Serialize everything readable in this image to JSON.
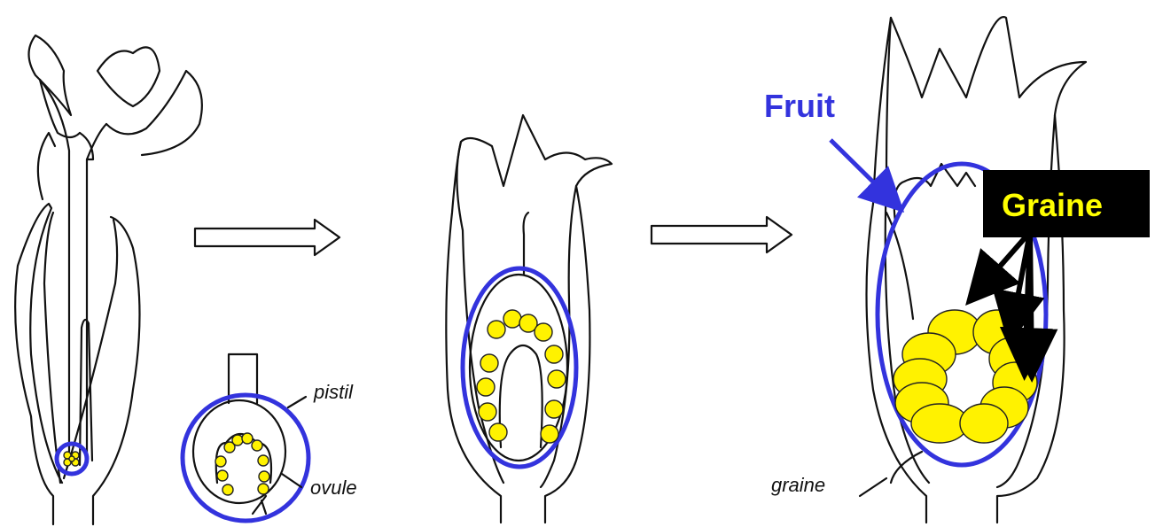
{
  "labels": {
    "pistil": "pistil",
    "ovule": "ovule",
    "graine_small": "graine",
    "fruit": "Fruit",
    "graine_box": "Graine"
  },
  "colors": {
    "highlight": "#3333dd",
    "seed": "#fff200",
    "box": "#000000",
    "box_text": "#ffff00"
  },
  "stages": [
    "flower",
    "pistil-detail",
    "developing-fruit",
    "mature-fruit"
  ]
}
